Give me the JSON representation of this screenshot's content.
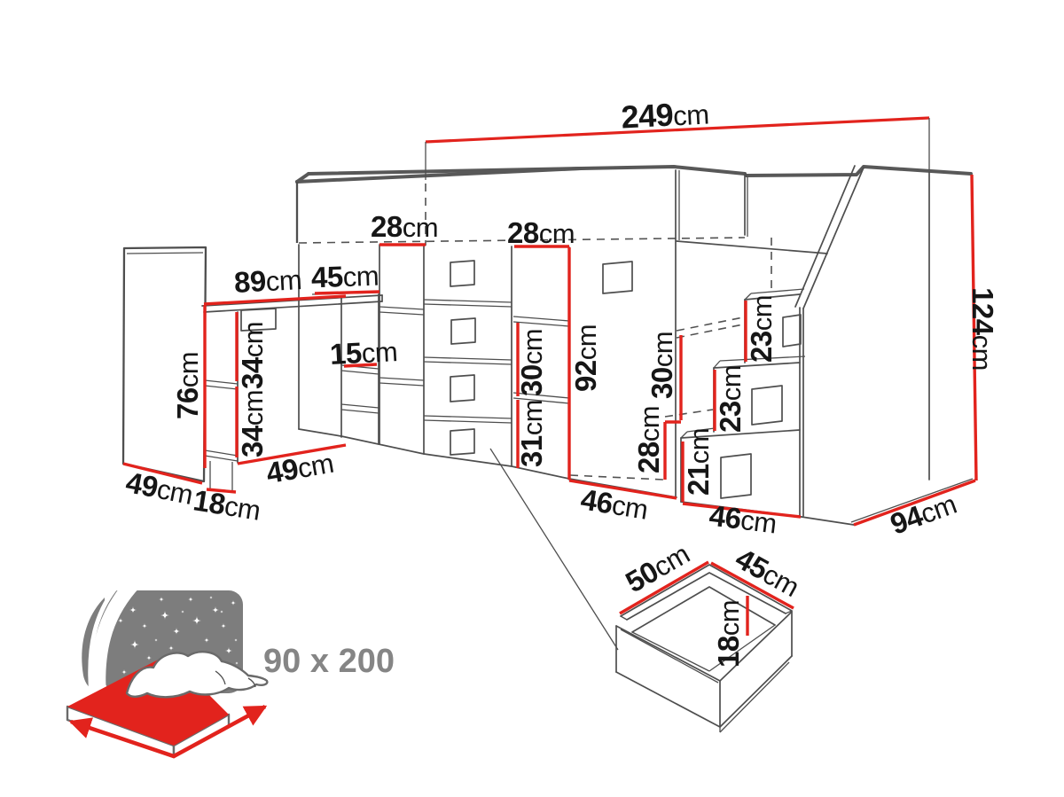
{
  "colors": {
    "accent_red": "#e2231d",
    "line_gray": "#4e4e4e",
    "icon_gray": "#7d7d7d",
    "text_dark": "#161616",
    "label_gray": "#858585"
  },
  "dims": {
    "length": {
      "num": "249",
      "unit": "cm"
    },
    "shelf_left": {
      "num": "28",
      "unit": "cm"
    },
    "shelf_mid": {
      "num": "28",
      "unit": "cm"
    },
    "desk_length": {
      "num": "89",
      "unit": "cm"
    },
    "desk_depth": {
      "num": "45",
      "unit": "cm"
    },
    "desk_height": {
      "num": "76",
      "unit": "cm"
    },
    "desk_shelf_up": {
      "num": "34",
      "unit": "cm"
    },
    "desk_shelf_lo": {
      "num": "34",
      "unit": "cm"
    },
    "desk_niche": {
      "num": "15",
      "unit": "cm"
    },
    "wardrobe_depth": {
      "num": "49",
      "unit": "cm"
    },
    "desk_under": {
      "num": "49",
      "unit": "cm"
    },
    "desk_plinth": {
      "num": "18",
      "unit": "cm"
    },
    "mid_up": {
      "num": "30",
      "unit": "cm"
    },
    "mid_lo": {
      "num": "31",
      "unit": "cm"
    },
    "closet_h": {
      "num": "92",
      "unit": "cm"
    },
    "niche_up": {
      "num": "30",
      "unit": "cm"
    },
    "niche_lo": {
      "num": "28",
      "unit": "cm"
    },
    "step3": {
      "num": "21",
      "unit": "cm"
    },
    "step1": {
      "num": "23",
      "unit": "cm"
    },
    "step2": {
      "num": "23",
      "unit": "cm"
    },
    "closet_w": {
      "num": "46",
      "unit": "cm"
    },
    "stairs_w": {
      "num": "46",
      "unit": "cm"
    },
    "depth": {
      "num": "94",
      "unit": "cm"
    },
    "height": {
      "num": "124",
      "unit": "cm"
    },
    "drawer_w": {
      "num": "50",
      "unit": "cm"
    },
    "drawer_d": {
      "num": "45",
      "unit": "cm"
    },
    "drawer_h": {
      "num": "18",
      "unit": "cm"
    }
  },
  "bed_icon": {
    "size_label": "90 x 200"
  }
}
